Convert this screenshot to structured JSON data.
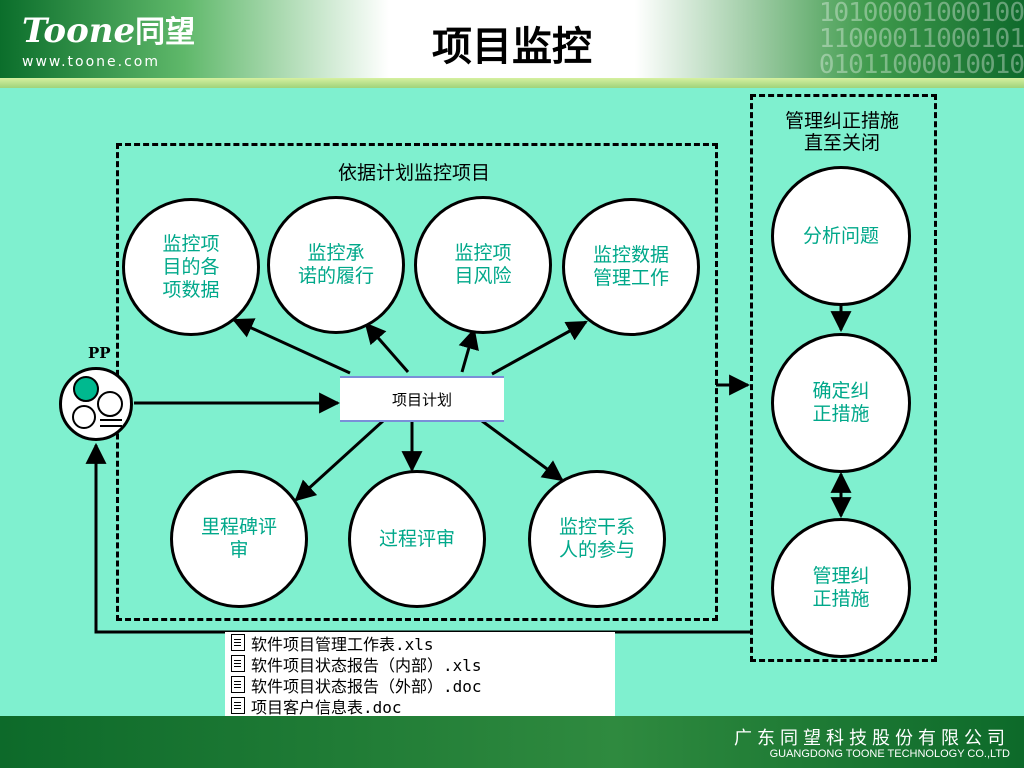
{
  "header": {
    "logo_text": "Toone",
    "logo_cn": "同望",
    "logo_url": "www.toone.com",
    "title": "项目监控",
    "binary_rows": [
      "10100001000100",
      "11000011000101",
      "01011000010010"
    ]
  },
  "left_box": {
    "label": "依据计划监控项目",
    "circles": [
      "监控项\n目的各\n项数据",
      "监控承\n诺的履行",
      "监控项\n目风险",
      "监控数据\n管理工作",
      "里程碑评\n审",
      "过程评审",
      "监控干系\n人的参与"
    ],
    "center": "项目计划"
  },
  "right_box": {
    "label": "管理纠正措施\n直至关闭",
    "circles": [
      "分析问题",
      "确定纠\n正措施",
      "管理纠\n正措施"
    ]
  },
  "pp": {
    "label": "PP"
  },
  "files": [
    "软件项目管理工作表.xls",
    "软件项目状态报告（内部）.xls",
    "软件项目状态报告（外部）.doc",
    "项目客户信息表.doc"
  ],
  "footer": {
    "cn": "广东同望科技股份有限公司",
    "en": "GUANGDONG TOONE TECHNOLOGY CO.,LTD"
  },
  "colors": {
    "circle_text": "#00a88a",
    "background": "#7ff0cf",
    "header_green": "#0b6e2b"
  }
}
